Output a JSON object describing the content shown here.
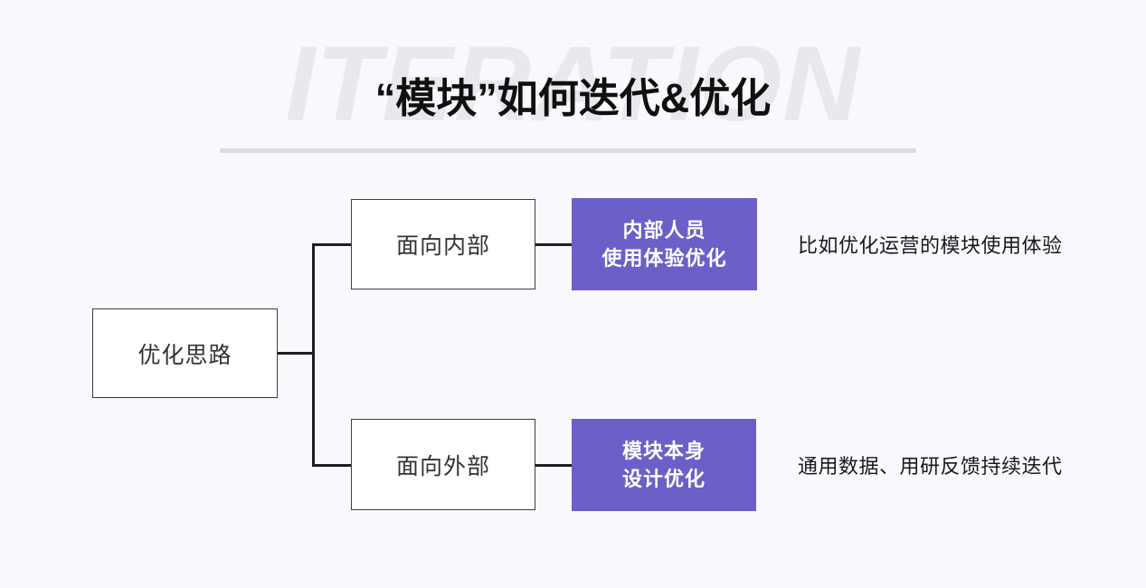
{
  "slide": {
    "watermark": "ITERATION",
    "title": "“模块”如何迭代&优化",
    "background_color": "#f9f8fc",
    "accent_color": "#6b60c7"
  },
  "diagram": {
    "root_label": "优化思路",
    "branches": [
      {
        "direction_label": "面向内部",
        "outcome_line1": "内部人员",
        "outcome_line2": "使用体验优化",
        "note": "比如优化运营的模块使用体验"
      },
      {
        "direction_label": "面向外部",
        "outcome_line1": "模块本身",
        "outcome_line2": "设计优化",
        "note": "通用数据、用研反馈持续迭代"
      }
    ]
  }
}
